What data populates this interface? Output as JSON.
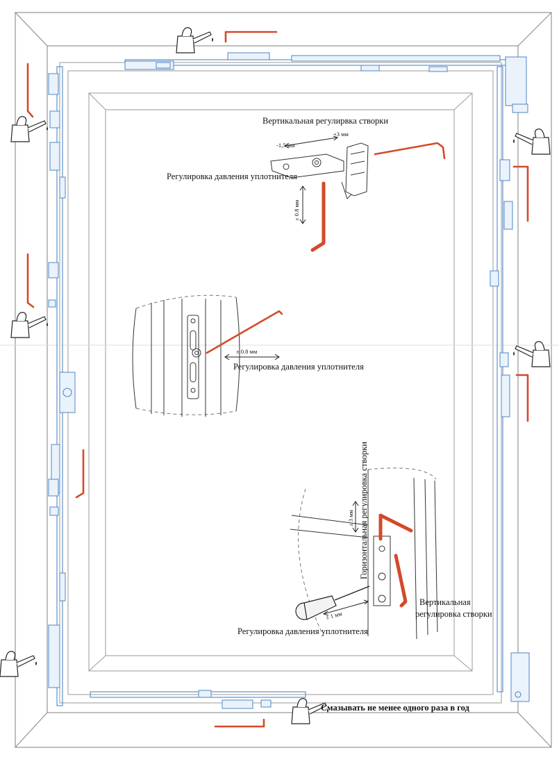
{
  "labels": {
    "vertical_adjustment_top": "Вертикальная регулирвка створки",
    "vertical_plus": "+3 мм",
    "vertical_minus": "-1,5 мм",
    "pressure_top": "Регулировка давления уплотнителя",
    "pressure_top_range": "± 0.8 мм",
    "pressure_middle_range": "± 0.8 мм",
    "pressure_middle": "Регулировка давления уплотнителя",
    "horizontal_adjustment": "Горизонтальная регулировка створки",
    "horizontal_range": "± 3 мм",
    "vertical_adjustment_bottom_line1": "Вертикальная",
    "vertical_adjustment_bottom_line2": "регулировка створки",
    "pressure_bottom_range": "± 1 мм",
    "pressure_bottom": "Регулировка давления уплотнителя",
    "lubricate_note": "Смазывать не менее одного раза в год"
  },
  "colors": {
    "frame": "#8a8a8a",
    "hardware": "#4f86c6",
    "hex_key": "#d34a2a",
    "text": "#111111"
  },
  "icons": [
    "oil-can-icon",
    "hex-key-icon",
    "screwdriver-icon"
  ]
}
